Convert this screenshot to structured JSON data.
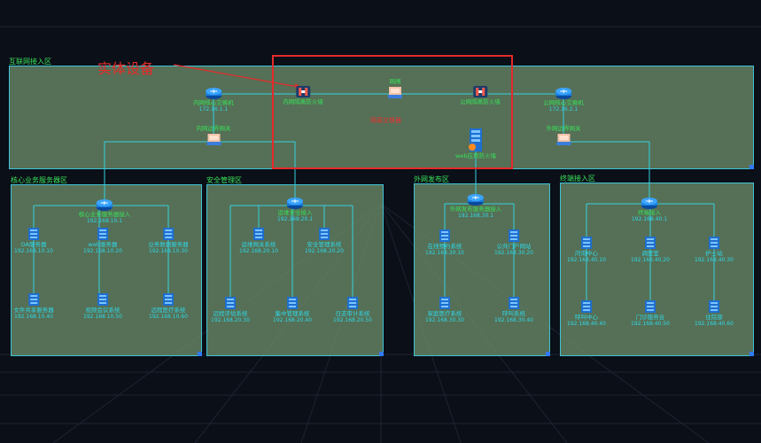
{
  "annotation": {
    "label": "实体设备",
    "color": "#e52a2a"
  },
  "center_label": "隔离交换器",
  "zones": {
    "internet": {
      "title": "互联网接入区"
    },
    "core": {
      "title": "核心业务服务器区"
    },
    "security": {
      "title": "安全管理区"
    },
    "external": {
      "title": "外网发布区"
    },
    "terminal": {
      "title": "终端接入区"
    }
  },
  "nodes": {
    "inner_core_switch": {
      "name": "内网核心交换机",
      "ip": "172.16.1.1"
    },
    "inner_firewall": {
      "name": "内网隔离防火墙"
    },
    "gateway": {
      "name": "网闸"
    },
    "public_firewall": {
      "name": "公网隔离防火墙"
    },
    "public_core_switch": {
      "name": "公网核心交换机",
      "ip": "172.16.2.1"
    },
    "inner_border_gw": {
      "name": "内网边界网关"
    },
    "outer_border_gw": {
      "name": "外网边界网关"
    },
    "waf": {
      "name": "web应用防火墙"
    },
    "core_access": {
      "name": "核心业务服务器接入",
      "ip": "192.168.10.1"
    },
    "oa_server": {
      "name": "OA服务器",
      "ip": "192.168.10.10"
    },
    "web_server": {
      "name": "web服务器",
      "ip": "192.168.10.20"
    },
    "biz_app_server": {
      "name": "业务数据服务器",
      "ip": "192.168.10.30"
    },
    "file_share": {
      "name": "文件共享服务器",
      "ip": "192.168.10.40"
    },
    "video_conf": {
      "name": "视频会议系统",
      "ip": "192.168.10.50"
    },
    "remote_med": {
      "name": "远程医疗系统",
      "ip": "192.168.10.60"
    },
    "sec_access": {
      "name": "运维安全接入",
      "ip": "192.168.20.1"
    },
    "ops_gw": {
      "name": "运维网关系统",
      "ip": "192.168.20.10"
    },
    "sec_mgmt": {
      "name": "安全管理系统",
      "ip": "192.168.20.20"
    },
    "remote_eval": {
      "name": "远程评估系统",
      "ip": "192.168.20.30"
    },
    "central_mgmt": {
      "name": "集中管理系统",
      "ip": "192.168.20.40"
    },
    "log_audit": {
      "name": "日志审计系统",
      "ip": "192.168.20.50"
    },
    "ext_access": {
      "name": "外网发布服务器接入",
      "ip": "192.168.30.1"
    },
    "online_reg": {
      "name": "在线预约系统",
      "ip": "192.168.30.10"
    },
    "public_portal": {
      "name": "公共门户网站",
      "ip": "192.168.30.20"
    },
    "home_med": {
      "name": "家庭医疗系统",
      "ip": "192.168.30.30"
    },
    "emergency": {
      "name": "呼叫系统",
      "ip": "192.168.30.40"
    },
    "term_access": {
      "name": "终端接入",
      "ip": "192.168.40.1"
    },
    "ops_center": {
      "name": "问询中心",
      "ip": "192.168.40.10"
    },
    "clinic": {
      "name": "调度室",
      "ip": "192.168.40.20"
    },
    "nurse": {
      "name": "护士站",
      "ip": "192.168.40.30"
    },
    "call_center": {
      "name": "呼叫中心",
      "ip": "192.168.40.40"
    },
    "outpatient": {
      "name": "门诊服务台",
      "ip": "192.168.40.50"
    },
    "inpatient": {
      "name": "住院部",
      "ip": "192.168.40.60"
    }
  }
}
